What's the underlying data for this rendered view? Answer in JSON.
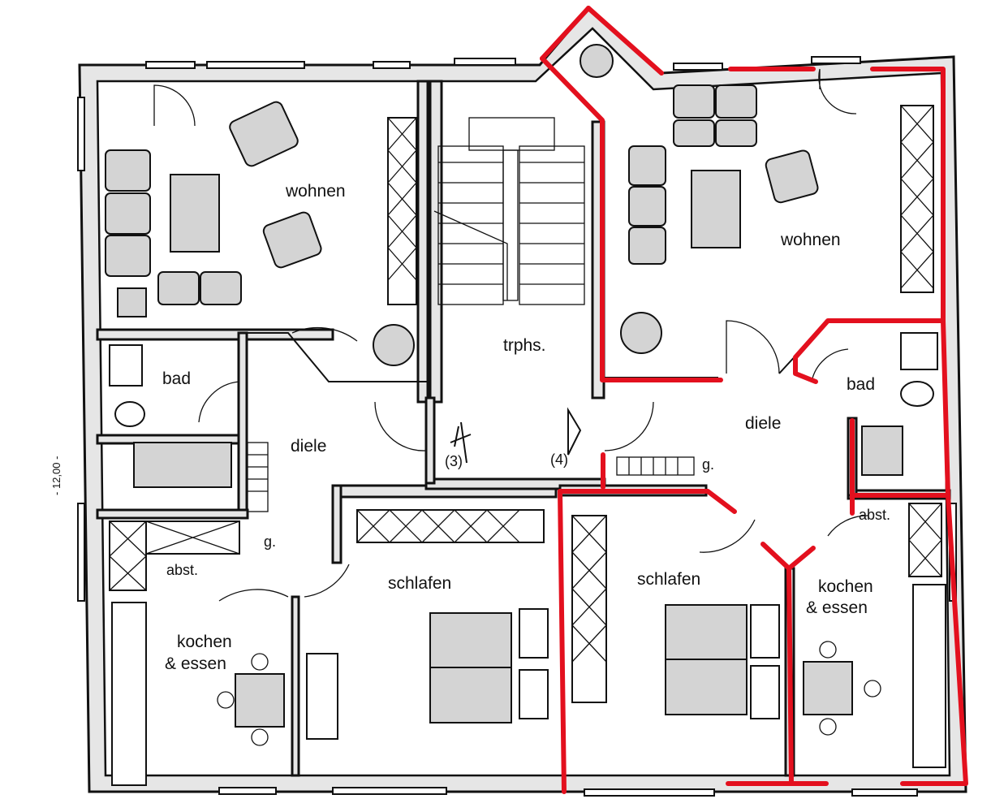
{
  "rooms": {
    "wohnen_left": "wohnen",
    "wohnen_right": "wohnen",
    "bad_left": "bad",
    "bad_right": "bad",
    "diele_left": "diele",
    "diele_right": "diele",
    "trphs": "trphs.",
    "schlafen_left": "schlafen",
    "schlafen_right": "schlafen",
    "abst_left": "abst.",
    "abst_right": "abst.",
    "kochen_left_1": "kochen",
    "kochen_left_2": "& essen",
    "kochen_right_1": "kochen",
    "kochen_right_2": "& essen",
    "g_left": "g.",
    "g_right": "g."
  },
  "marks": {
    "stair_3": "(3)",
    "stair_4": "(4)",
    "dimension": "- 12,00 -"
  },
  "colors": {
    "highlight": "#e3101e",
    "wall_fill": "#e6e6e6",
    "ink": "#111111"
  }
}
